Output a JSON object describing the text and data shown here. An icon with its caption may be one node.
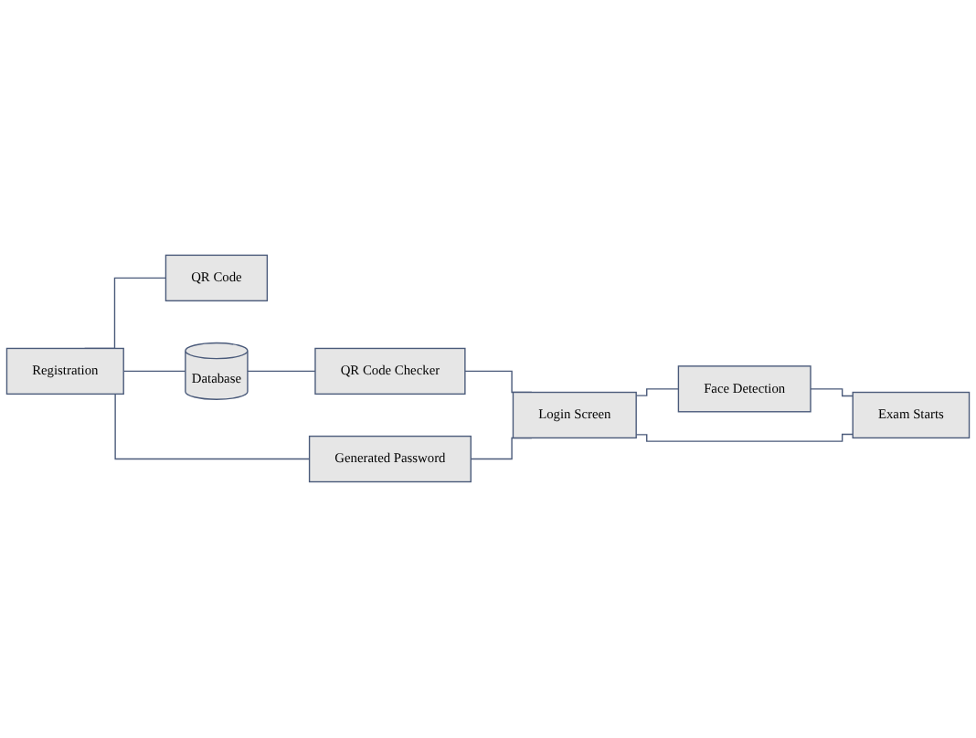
{
  "diagram": {
    "nodes": [
      {
        "text": [
          "Registration"
        ]
      },
      {
        "text": [
          "QR Code"
        ]
      },
      {
        "text": [
          "Database"
        ]
      },
      {
        "text": [
          "QR Code Checker"
        ]
      },
      {
        "text": [
          "Face Detection"
        ]
      },
      {
        "text": [
          "Login Screen"
        ]
      },
      {
        "text": [
          "Exam Starts"
        ]
      },
      {
        "text": [
          "Generated Password"
        ]
      }
    ],
    "edges": [
      {
        "from": 0,
        "to": 1,
        "arrow": "none"
      },
      {
        "from": 0,
        "to": 2,
        "arrow": "none"
      },
      {
        "from": 0,
        "to": 7,
        "arrow": "none"
      },
      {
        "from": 2,
        "to": 3,
        "arrow": "none"
      },
      {
        "from": 3,
        "to": 5,
        "arrow": "none"
      },
      {
        "from": 5,
        "to": 4,
        "arrow": "none"
      },
      {
        "from": 4,
        "to": 6,
        "arrow": "none"
      },
      {
        "from": 5,
        "to": 6,
        "arrow": "none"
      },
      {
        "from": 7,
        "to": 5,
        "arrow": "none"
      }
    ]
  }
}
